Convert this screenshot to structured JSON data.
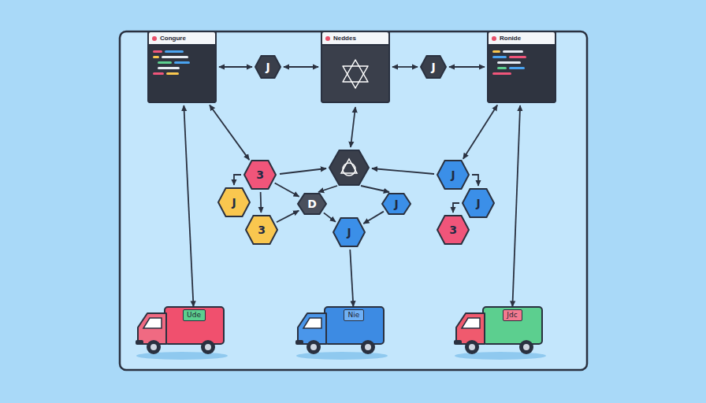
{
  "diagram": {
    "nodes": [
      {
        "text": [
          "Congure"
        ]
      },
      {
        "text": [
          "J"
        ]
      },
      {
        "text": [
          "Neddes"
        ]
      },
      {
        "text": [
          "J"
        ]
      },
      {
        "text": [
          "Ronide"
        ]
      },
      {
        "text": [
          "3"
        ]
      },
      {
        "text": [
          "J"
        ]
      },
      {
        "text": [
          "3"
        ]
      },
      {
        "text": [
          "D"
        ]
      },
      {
        "text": [
          "J"
        ]
      },
      {
        "text": [
          "J"
        ]
      },
      {
        "text": [
          "J"
        ]
      },
      {
        "text": [
          "J"
        ]
      },
      {
        "text": [
          "3"
        ]
      },
      {
        "text": [
          "Ude"
        ]
      },
      {
        "text": [
          "Nie"
        ]
      },
      {
        "text": [
          "Jdc"
        ]
      }
    ],
    "edges": [
      {
        "from": 0,
        "to": 1,
        "arrow": "both"
      },
      {
        "from": 1,
        "to": 2,
        "arrow": "both"
      },
      {
        "from": 2,
        "to": 3,
        "arrow": "both"
      },
      {
        "from": 3,
        "to": 4,
        "arrow": "both"
      },
      {
        "from": 0,
        "to": 5,
        "arrow": "both"
      },
      {
        "from": 0,
        "to": 14,
        "arrow": "both"
      },
      {
        "from": 4,
        "to": 11,
        "arrow": "both"
      },
      {
        "from": 4,
        "to": 16,
        "arrow": "both"
      },
      {
        "from": 10,
        "to": 15,
        "arrow": "to"
      },
      {
        "from": 5,
        "to": 6,
        "arrow": "to"
      },
      {
        "from": 5,
        "to": 7,
        "arrow": "to"
      },
      {
        "from": 5,
        "to": 8,
        "arrow": "to"
      },
      {
        "from": 7,
        "to": 8,
        "arrow": "to"
      },
      {
        "from": 8,
        "to": 10,
        "arrow": "to"
      },
      {
        "from": 9,
        "to": 10,
        "arrow": "to"
      },
      {
        "from": 11,
        "to": 12,
        "arrow": "to"
      },
      {
        "from": 12,
        "to": 13,
        "arrow": "to"
      }
    ]
  }
}
